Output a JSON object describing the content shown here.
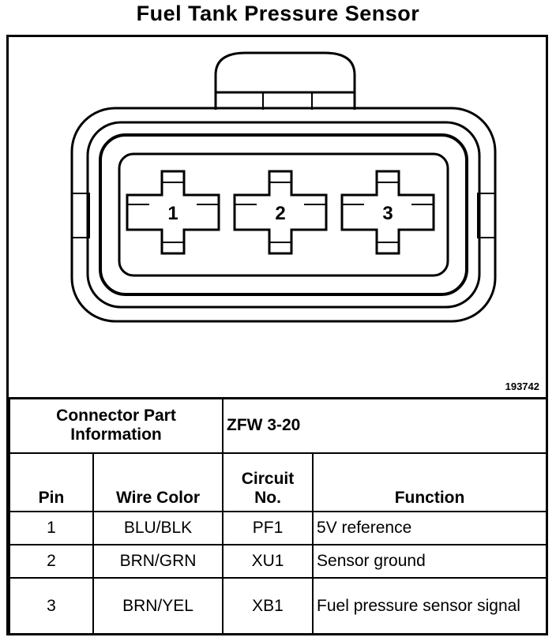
{
  "title": "Fuel Tank Pressure Sensor",
  "figure_id": "193742",
  "connector": {
    "label": "Connector Part Information",
    "value": "ZFW 3-20"
  },
  "pins": [
    "1",
    "2",
    "3"
  ],
  "table": {
    "headers": {
      "pin": "Pin",
      "wire_color": "Wire Color",
      "circuit": "Circuit No.",
      "function": "Function"
    },
    "rows": [
      {
        "pin": "1",
        "wire_color": "BLU/BLK",
        "circuit": "PF1",
        "function": "5V reference"
      },
      {
        "pin": "2",
        "wire_color": "BRN/GRN",
        "circuit": "XU1",
        "function": "Sensor ground"
      },
      {
        "pin": "3",
        "wire_color": "BRN/YEL",
        "circuit": "XB1",
        "function": "Fuel pressure sensor signal"
      }
    ]
  }
}
